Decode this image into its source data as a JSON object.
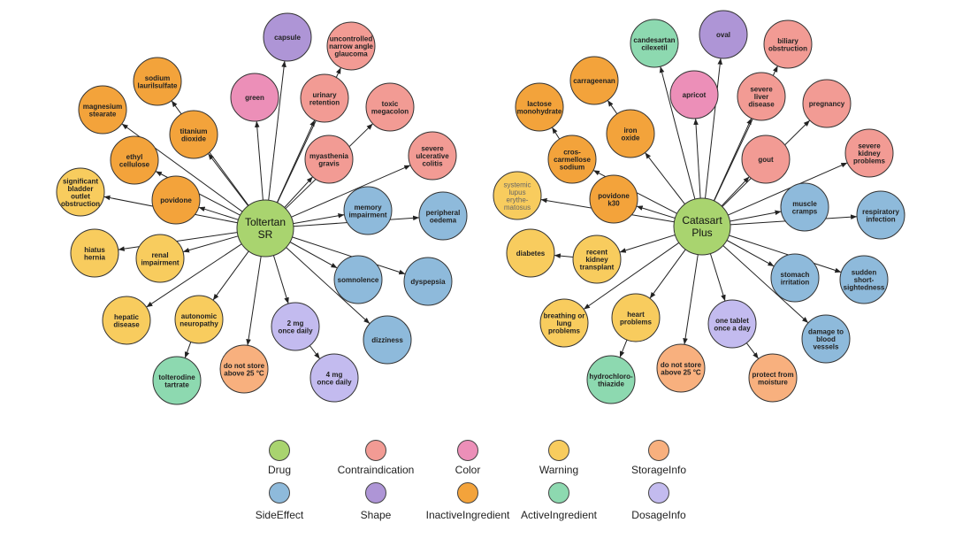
{
  "categories": [
    {
      "key": "Drug",
      "label": "Drug",
      "color": "#A9D46F"
    },
    {
      "key": "Contraindication",
      "label": "Contraindication",
      "color": "#F29B94"
    },
    {
      "key": "Color",
      "label": "Color",
      "color": "#EC8FB8"
    },
    {
      "key": "Warning",
      "label": "Warning",
      "color": "#F8CC5E"
    },
    {
      "key": "StorageInfo",
      "label": "StorageInfo",
      "color": "#F8B07E"
    },
    {
      "key": "SideEffect",
      "label": "SideEffect",
      "color": "#8EBADB"
    },
    {
      "key": "Shape",
      "label": "Shape",
      "color": "#AE95D6"
    },
    {
      "key": "InactiveIngredient",
      "label": "InactiveIngredient",
      "color": "#F3A33B"
    },
    {
      "key": "ActiveIngredient",
      "label": "ActiveIngredient",
      "color": "#8DD9B0"
    },
    {
      "key": "DosageInfo",
      "label": "DosageInfo",
      "color": "#C3BBEF"
    }
  ],
  "graphs": [
    {
      "hub": {
        "id": "toltertan",
        "label": [
          "Toltertan",
          "SR"
        ],
        "category": "Drug"
      },
      "nodes": [
        {
          "id": "capsule",
          "label": [
            "capsule"
          ],
          "category": "Shape"
        },
        {
          "id": "green",
          "label": [
            "green"
          ],
          "category": "Color"
        },
        {
          "id": "uncontrolled-glaucoma",
          "label": [
            "uncontrolled",
            "narrow angle",
            "glaucoma"
          ],
          "category": "Contraindication"
        },
        {
          "id": "urinary-retention",
          "label": [
            "urinary",
            "retention"
          ],
          "category": "Contraindication"
        },
        {
          "id": "toxic-megacolon",
          "label": [
            "toxic",
            "megacolon"
          ],
          "category": "Contraindication"
        },
        {
          "id": "myasthenia-gravis",
          "label": [
            "myasthenia",
            "gravis"
          ],
          "category": "Contraindication"
        },
        {
          "id": "severe-ulcerative-colitis",
          "label": [
            "severe",
            "ulcerative",
            "colitis"
          ],
          "category": "Contraindication"
        },
        {
          "id": "sodium-laurilsulfate",
          "label": [
            "sodium",
            "laurilsulfate"
          ],
          "category": "InactiveIngredient"
        },
        {
          "id": "magnesium-stearate",
          "label": [
            "magnesium",
            "stearate"
          ],
          "category": "InactiveIngredient"
        },
        {
          "id": "titanium-dioxide",
          "label": [
            "titanium",
            "dioxide"
          ],
          "category": "InactiveIngredient"
        },
        {
          "id": "ethyl-cellulose",
          "label": [
            "ethyl",
            "cellulose"
          ],
          "category": "InactiveIngredient"
        },
        {
          "id": "povidone",
          "label": [
            "povidone"
          ],
          "category": "InactiveIngredient"
        },
        {
          "id": "bladder-obstruction",
          "label": [
            "significant",
            "bladder",
            "outlet",
            "obstruction"
          ],
          "category": "Warning"
        },
        {
          "id": "hiatus-hernia",
          "label": [
            "hiatus",
            "hernia"
          ],
          "category": "Warning"
        },
        {
          "id": "renal-impairment",
          "label": [
            "renal",
            "impairment"
          ],
          "category": "Warning"
        },
        {
          "id": "hepatic-disease",
          "label": [
            "hepatic",
            "disease"
          ],
          "category": "Warning"
        },
        {
          "id": "autonomic-neuropathy",
          "label": [
            "autonomic",
            "neuropathy"
          ],
          "category": "Warning"
        },
        {
          "id": "tolterodine-tartrate",
          "label": [
            "tolterodine",
            "tartrate"
          ],
          "category": "ActiveIngredient"
        },
        {
          "id": "storage-25",
          "label": [
            "do not store",
            "above 25 °C"
          ],
          "category": "StorageInfo"
        },
        {
          "id": "dose-2mg",
          "label": [
            "2 mg",
            "once daily"
          ],
          "category": "DosageInfo"
        },
        {
          "id": "dose-4mg",
          "label": [
            "4 mg",
            "once daily"
          ],
          "category": "DosageInfo"
        },
        {
          "id": "memory-impairment",
          "label": [
            "memory",
            "impairment"
          ],
          "category": "SideEffect"
        },
        {
          "id": "peripheral-oedema",
          "label": [
            "peripheral",
            "oedema"
          ],
          "category": "SideEffect"
        },
        {
          "id": "somnolence",
          "label": [
            "somnolence"
          ],
          "category": "SideEffect"
        },
        {
          "id": "dyspepsia",
          "label": [
            "dyspepsia"
          ],
          "category": "SideEffect"
        },
        {
          "id": "dizziness",
          "label": [
            "dizziness"
          ],
          "category": "SideEffect"
        }
      ],
      "edges": [
        [
          "toltertan",
          "capsule"
        ],
        [
          "toltertan",
          "green"
        ],
        [
          "toltertan",
          "uncontrolled-glaucoma"
        ],
        [
          "toltertan",
          "urinary-retention"
        ],
        [
          "toltertan",
          "toxic-megacolon"
        ],
        [
          "toltertan",
          "myasthenia-gravis"
        ],
        [
          "toltertan",
          "severe-ulcerative-colitis"
        ],
        [
          "toltertan",
          "sodium-laurilsulfate"
        ],
        [
          "toltertan",
          "magnesium-stearate"
        ],
        [
          "toltertan",
          "titanium-dioxide"
        ],
        [
          "toltertan",
          "ethyl-cellulose"
        ],
        [
          "toltertan",
          "povidone"
        ],
        [
          "toltertan",
          "bladder-obstruction"
        ],
        [
          "toltertan",
          "hiatus-hernia"
        ],
        [
          "toltertan",
          "renal-impairment"
        ],
        [
          "toltertan",
          "hepatic-disease"
        ],
        [
          "toltertan",
          "autonomic-neuropathy"
        ],
        [
          "autonomic-neuropathy",
          "tolterodine-tartrate"
        ],
        [
          "toltertan",
          "storage-25"
        ],
        [
          "toltertan",
          "dose-2mg"
        ],
        [
          "dose-2mg",
          "dose-4mg"
        ],
        [
          "toltertan",
          "memory-impairment"
        ],
        [
          "toltertan",
          "peripheral-oedema"
        ],
        [
          "toltertan",
          "somnolence"
        ],
        [
          "toltertan",
          "dyspepsia"
        ],
        [
          "toltertan",
          "dizziness"
        ]
      ]
    },
    {
      "hub": {
        "id": "catasart",
        "label": [
          "Catasart",
          "Plus"
        ],
        "category": "Drug"
      },
      "nodes": [
        {
          "id": "candesartan-cilexetil",
          "label": [
            "candesartan",
            "cilexetil"
          ],
          "category": "ActiveIngredient"
        },
        {
          "id": "oval",
          "label": [
            "oval"
          ],
          "category": "Shape"
        },
        {
          "id": "biliary-obstruction",
          "label": [
            "biliary",
            "obstruction"
          ],
          "category": "Contraindication"
        },
        {
          "id": "carrageenan",
          "label": [
            "carrageenan"
          ],
          "category": "InactiveIngredient"
        },
        {
          "id": "apricot",
          "label": [
            "apricot"
          ],
          "category": "Color"
        },
        {
          "id": "severe-liver-disease",
          "label": [
            "severe",
            "liver",
            "disease"
          ],
          "category": "Contraindication"
        },
        {
          "id": "pregnancy",
          "label": [
            "pregnancy"
          ],
          "category": "Contraindication"
        },
        {
          "id": "lactose-monohydrate",
          "label": [
            "lactose",
            "monohydrate"
          ],
          "category": "InactiveIngredient"
        },
        {
          "id": "iron-oxide",
          "label": [
            "iron",
            "oxide"
          ],
          "category": "InactiveIngredient"
        },
        {
          "id": "croscarmellose-sodium",
          "label": [
            "cros-",
            "carmellose",
            "sodium"
          ],
          "category": "InactiveIngredient"
        },
        {
          "id": "gout",
          "label": [
            "gout"
          ],
          "category": "Contraindication"
        },
        {
          "id": "severe-kidney-problems",
          "label": [
            "severe",
            "kidney",
            "problems"
          ],
          "category": "Contraindication"
        },
        {
          "id": "sle",
          "label": [
            "systemic",
            "lupus",
            "erythe-",
            "matosus"
          ],
          "category": "Warning"
        },
        {
          "id": "povidone-k30",
          "label": [
            "povidone",
            "k30"
          ],
          "category": "InactiveIngredient"
        },
        {
          "id": "muscle-cramps",
          "label": [
            "muscle",
            "cramps"
          ],
          "category": "SideEffect"
        },
        {
          "id": "respiratory-infection",
          "label": [
            "respiratory",
            "infection"
          ],
          "category": "SideEffect"
        },
        {
          "id": "diabetes",
          "label": [
            "diabetes"
          ],
          "category": "Warning"
        },
        {
          "id": "kidney-transplant",
          "label": [
            "recent",
            "kidney",
            "transplant"
          ],
          "category": "Warning"
        },
        {
          "id": "stomach-irritation",
          "label": [
            "stomach",
            "irritation"
          ],
          "category": "SideEffect"
        },
        {
          "id": "short-sightedness",
          "label": [
            "sudden",
            "short-",
            "sightedness"
          ],
          "category": "SideEffect"
        },
        {
          "id": "breathing-problems",
          "label": [
            "breathing or",
            "lung",
            "problems"
          ],
          "category": "Warning"
        },
        {
          "id": "heart-problems",
          "label": [
            "heart",
            "problems"
          ],
          "category": "Warning"
        },
        {
          "id": "one-tablet",
          "label": [
            "one tablet",
            "once a day"
          ],
          "category": "DosageInfo"
        },
        {
          "id": "blood-vessels",
          "label": [
            "damage to",
            "blood",
            "vessels"
          ],
          "category": "SideEffect"
        },
        {
          "id": "hydrochlorothiazide",
          "label": [
            "hydrochloro-",
            "thiazide"
          ],
          "category": "ActiveIngredient"
        },
        {
          "id": "storage-25b",
          "label": [
            "do not store",
            "above 25 °C"
          ],
          "category": "StorageInfo"
        },
        {
          "id": "protect-moisture",
          "label": [
            "protect from",
            "moisture"
          ],
          "category": "StorageInfo"
        }
      ],
      "edges": [
        [
          "catasart",
          "candesartan-cilexetil"
        ],
        [
          "catasart",
          "oval"
        ],
        [
          "catasart",
          "biliary-obstruction"
        ],
        [
          "iron-oxide",
          "carrageenan"
        ],
        [
          "catasart",
          "apricot"
        ],
        [
          "catasart",
          "severe-liver-disease"
        ],
        [
          "catasart",
          "pregnancy"
        ],
        [
          "croscarmellose-sodium",
          "lactose-monohydrate"
        ],
        [
          "catasart",
          "iron-oxide"
        ],
        [
          "catasart",
          "croscarmellose-sodium"
        ],
        [
          "catasart",
          "gout"
        ],
        [
          "catasart",
          "severe-kidney-problems"
        ],
        [
          "catasart",
          "sle"
        ],
        [
          "catasart",
          "povidone-k30"
        ],
        [
          "catasart",
          "muscle-cramps"
        ],
        [
          "catasart",
          "respiratory-infection"
        ],
        [
          "kidney-transplant",
          "diabetes"
        ],
        [
          "catasart",
          "kidney-transplant"
        ],
        [
          "catasart",
          "stomach-irritation"
        ],
        [
          "catasart",
          "short-sightedness"
        ],
        [
          "catasart",
          "breathing-problems"
        ],
        [
          "catasart",
          "heart-problems"
        ],
        [
          "catasart",
          "one-tablet"
        ],
        [
          "catasart",
          "blood-vessels"
        ],
        [
          "heart-problems",
          "hydrochlorothiazide"
        ],
        [
          "catasart",
          "storage-25b"
        ],
        [
          "one-tablet",
          "protect-moisture"
        ]
      ]
    }
  ]
}
